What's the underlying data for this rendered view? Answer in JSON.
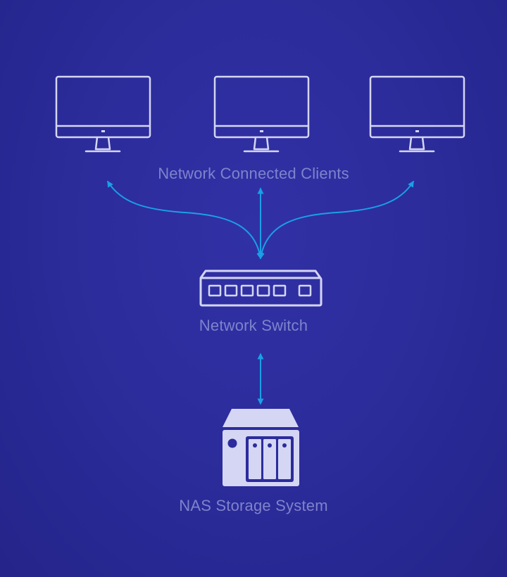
{
  "diagram": {
    "clients_label": "Network Connected Clients",
    "switch_label": "Network Switch",
    "nas_label": "NAS Storage System"
  },
  "colors": {
    "background": "#2c2c9c",
    "icon_stroke": "#d4d6f4",
    "icon_fill": "#d4d6f4",
    "arrow": "#1aa0e6",
    "label_text": "#7f83cc"
  },
  "icons": [
    "monitor-icon",
    "monitor-icon",
    "monitor-icon",
    "network-switch-icon",
    "nas-icon"
  ]
}
